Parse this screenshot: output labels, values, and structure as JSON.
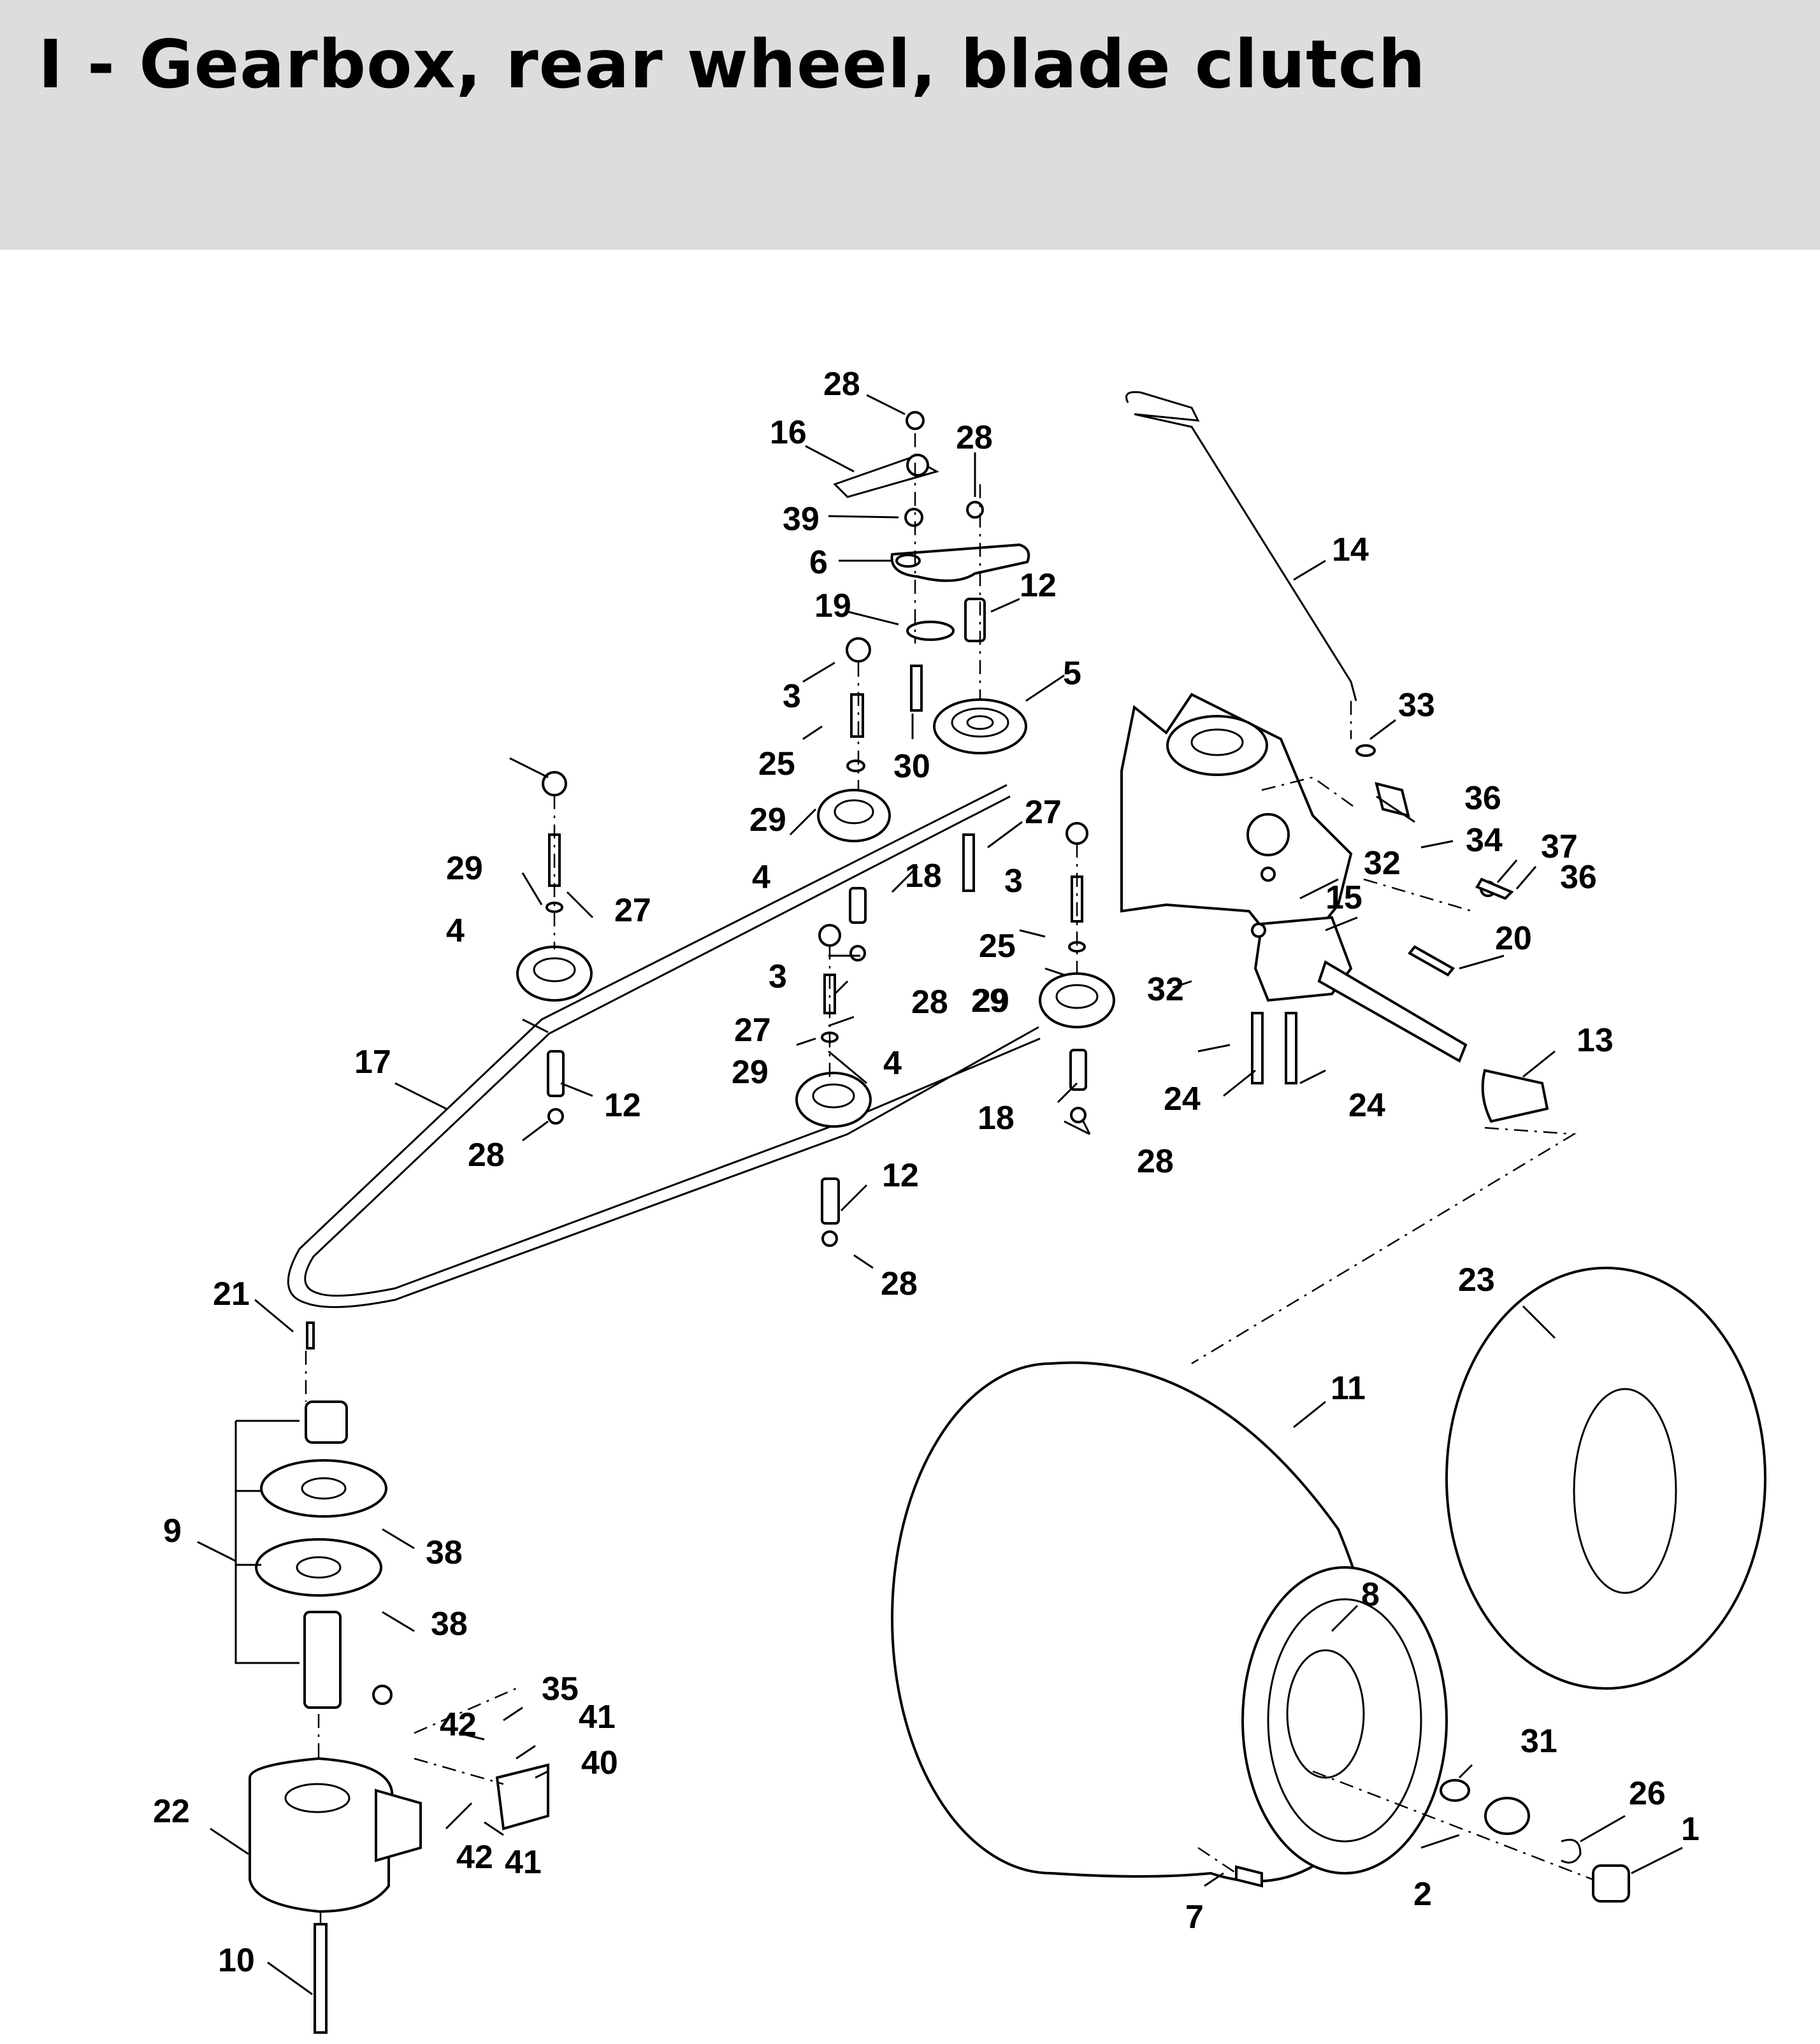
{
  "header": {
    "title": "I - Gearbox, rear wheel, blade clutch"
  },
  "callouts": [
    "28",
    "16",
    "28",
    "39",
    "6",
    "12",
    "19",
    "14",
    "5",
    "3",
    "30",
    "33",
    "25",
    "29",
    "36",
    "27",
    "4",
    "34",
    "3",
    "37",
    "36",
    "29",
    "18",
    "32",
    "27",
    "25",
    "15",
    "4",
    "29",
    "3",
    "20",
    "28",
    "29",
    "27",
    "32",
    "24",
    "24",
    "17",
    "29",
    "4",
    "13",
    "12",
    "18",
    "28",
    "28",
    "12",
    "28",
    "21",
    "23",
    "11",
    "9",
    "38",
    "38",
    "8",
    "35",
    "42",
    "41",
    "40",
    "31",
    "26",
    "1",
    "22",
    "42",
    "41",
    "2",
    "7",
    "10"
  ],
  "icons": [
    "transmission-gearbox",
    "drive-belt",
    "idler-pulley",
    "rear-tire",
    "wheel-rim",
    "inner-tube",
    "blade-clutch",
    "shift-rod"
  ]
}
